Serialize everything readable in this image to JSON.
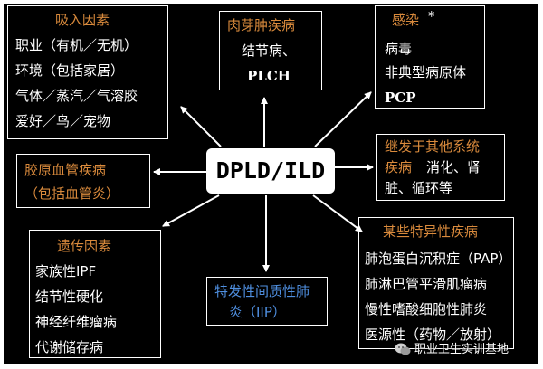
{
  "center": {
    "label": "DPLD/ILD"
  },
  "boxes": {
    "inhalation": {
      "title": "吸入因素",
      "lines": [
        "职业（有机／无机）",
        "环境（包括家居）",
        "气体／蒸汽／气溶胶",
        "爱好／鸟／宠物"
      ]
    },
    "granuloma": {
      "title": "肉芽肿疾病",
      "lines": [
        "结节病、",
        "PLCH"
      ]
    },
    "infection": {
      "title": "感染",
      "mark": "*",
      "lines": [
        "病毒",
        "非典型病原体",
        "PCP"
      ]
    },
    "collagen": {
      "title": "胶原血管疾病",
      "sub": "（包括血管炎）"
    },
    "secondary": {
      "title_a": "继发于其他系统",
      "title_b": "疾病",
      "rest_b": "消化、肾",
      "line_c": "脏、循环等"
    },
    "genetic": {
      "title": "遗传因素",
      "lines": [
        "家族性IPF",
        "结节性硬化",
        "神经纤维瘤病",
        "代谢储存病"
      ]
    },
    "iip": {
      "line1": "特发性间质性肺",
      "line2": "炎（IIP）"
    },
    "specific": {
      "title": "某些特异性疾病",
      "lines": [
        "肺泡蛋白沉积症（PAP）",
        "肺淋巴管平滑肌瘤病",
        "慢性嗜酸细胞性肺炎",
        "医源性（药物／放射）"
      ]
    }
  },
  "watermark": {
    "text": "职业卫生实训基地",
    "icon": "wechat-icon"
  },
  "colors": {
    "background": "#000000",
    "accent_orange": "#d98a3c",
    "accent_blue": "#4f8fe0",
    "text": "#ffffff"
  }
}
